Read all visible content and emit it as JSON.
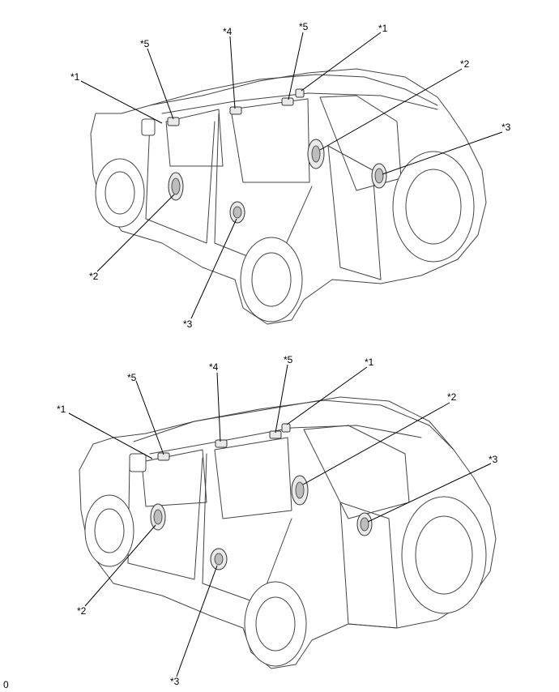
{
  "figure_code": "0",
  "views": [
    {
      "name": "upper",
      "callouts": [
        "*1",
        "*5",
        "*4",
        "*5",
        "*1",
        "*2",
        "*3",
        "*2",
        "*3"
      ]
    },
    {
      "name": "lower",
      "callouts": [
        "*1",
        "*5",
        "*4",
        "*5",
        "*1",
        "*2",
        "*3",
        "*2",
        "*3"
      ]
    }
  ]
}
